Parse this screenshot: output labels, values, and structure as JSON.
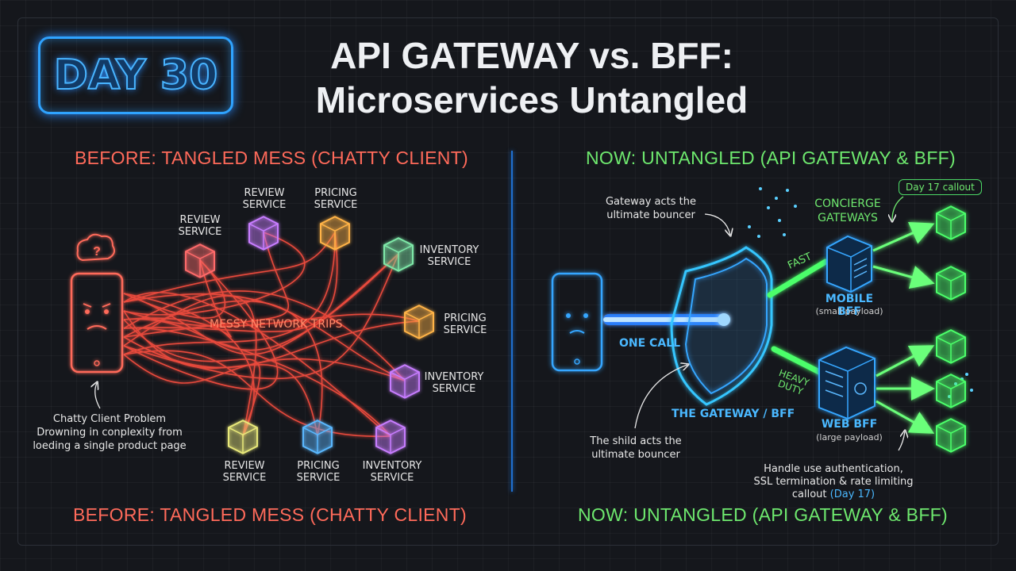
{
  "badge": "DAY 30",
  "title": {
    "line1": "API GATEWAY vs. BFF:",
    "line2": "Microservices Untangled"
  },
  "left": {
    "heading_top": "BEFORE: TANGLED MESS (CHATTY CLIENT)",
    "heading_bottom": "BEFORE: TANGLED MESS (CHATTY CLIENT)",
    "center_label": "MESSY NETWORK TRIPS",
    "client_note": "Chatty Client Problem\nDrowning in conplexity from\nloeding a single product page",
    "services": [
      {
        "label": "REVIEW\nSERVICE",
        "color": "#ff6b6b"
      },
      {
        "label": "REVIEW\nSERVICE",
        "color": "#c77dff"
      },
      {
        "label": "PRICING\nSERVICE",
        "color": "#ffb347"
      },
      {
        "label": "INVENTORY\nSERVICE",
        "color": "#7ee8a8"
      },
      {
        "label": "PRICING\nSERVICE",
        "color": "#ffb347"
      },
      {
        "label": "INVENTORY\nSERVICE",
        "color": "#c77dff"
      },
      {
        "label": "REVIEW\nSERVICE",
        "color": "#e8e87a"
      },
      {
        "label": "PRICING\nSERVICE",
        "color": "#5ab8ff"
      },
      {
        "label": "INVENTORY\nSERVICE",
        "color": "#c77dff"
      }
    ]
  },
  "right": {
    "heading_top": "NOW: UNTANGLED (API GATEWAY & BFF)",
    "heading_bottom": "NOW: UNTANGLED (API GATEWAY & BFF)",
    "gateway_note": "Gateway acts the\nultimate bouncer",
    "concierge": "CONCIERGE\nGATEWAYS",
    "callout_tag": "Day 17 callout",
    "one_call": "ONE CALL",
    "fast": "FAST",
    "heavy": "HEAVY\nDUTY",
    "mobile_bff": "MOBILE BFF",
    "mobile_payload": "(small payload)",
    "web_bff": "WEB BFF",
    "web_payload": "(large payload)",
    "gateway_label": "THE GATEWAY / BFF",
    "shield_note": "The shild acts the\nultimate bouncer",
    "auth_note": "Handle use authentication,\nSSL termination & rate limiting\ncallout",
    "auth_day": "(Day 17)"
  },
  "colors": {
    "tangle": "#ff5040",
    "neon_blue": "#36a6ff",
    "neon_green": "#4cff6a"
  },
  "icons": [
    "confused-phone-icon",
    "question-cloud-icon",
    "shield-icon",
    "server-icon",
    "arrow-icon"
  ]
}
